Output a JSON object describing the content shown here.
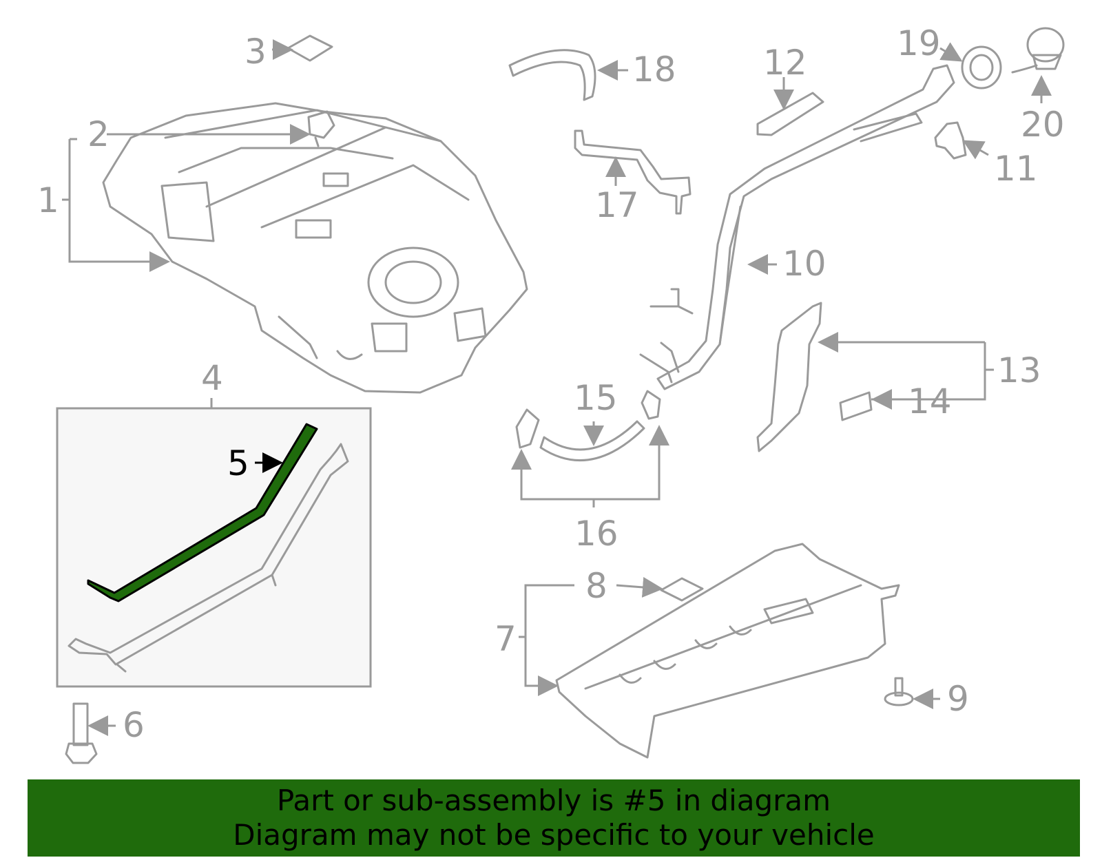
{
  "diagram": {
    "callouts": [
      "1",
      "2",
      "3",
      "4",
      "5",
      "6",
      "7",
      "8",
      "9",
      "10",
      "11",
      "12",
      "13",
      "14",
      "15",
      "16",
      "17",
      "18",
      "19",
      "20"
    ],
    "highlighted_part": "5",
    "colors": {
      "part_line": "#9a9a9a",
      "highlight_fill": "#1f6b0c",
      "inset_background": "#f7f7f7",
      "banner_background": "#1f6b0c"
    }
  },
  "footer": {
    "line1": "Part or sub-assembly is #5 in diagram",
    "line2": "Diagram may not be specific to your vehicle"
  }
}
